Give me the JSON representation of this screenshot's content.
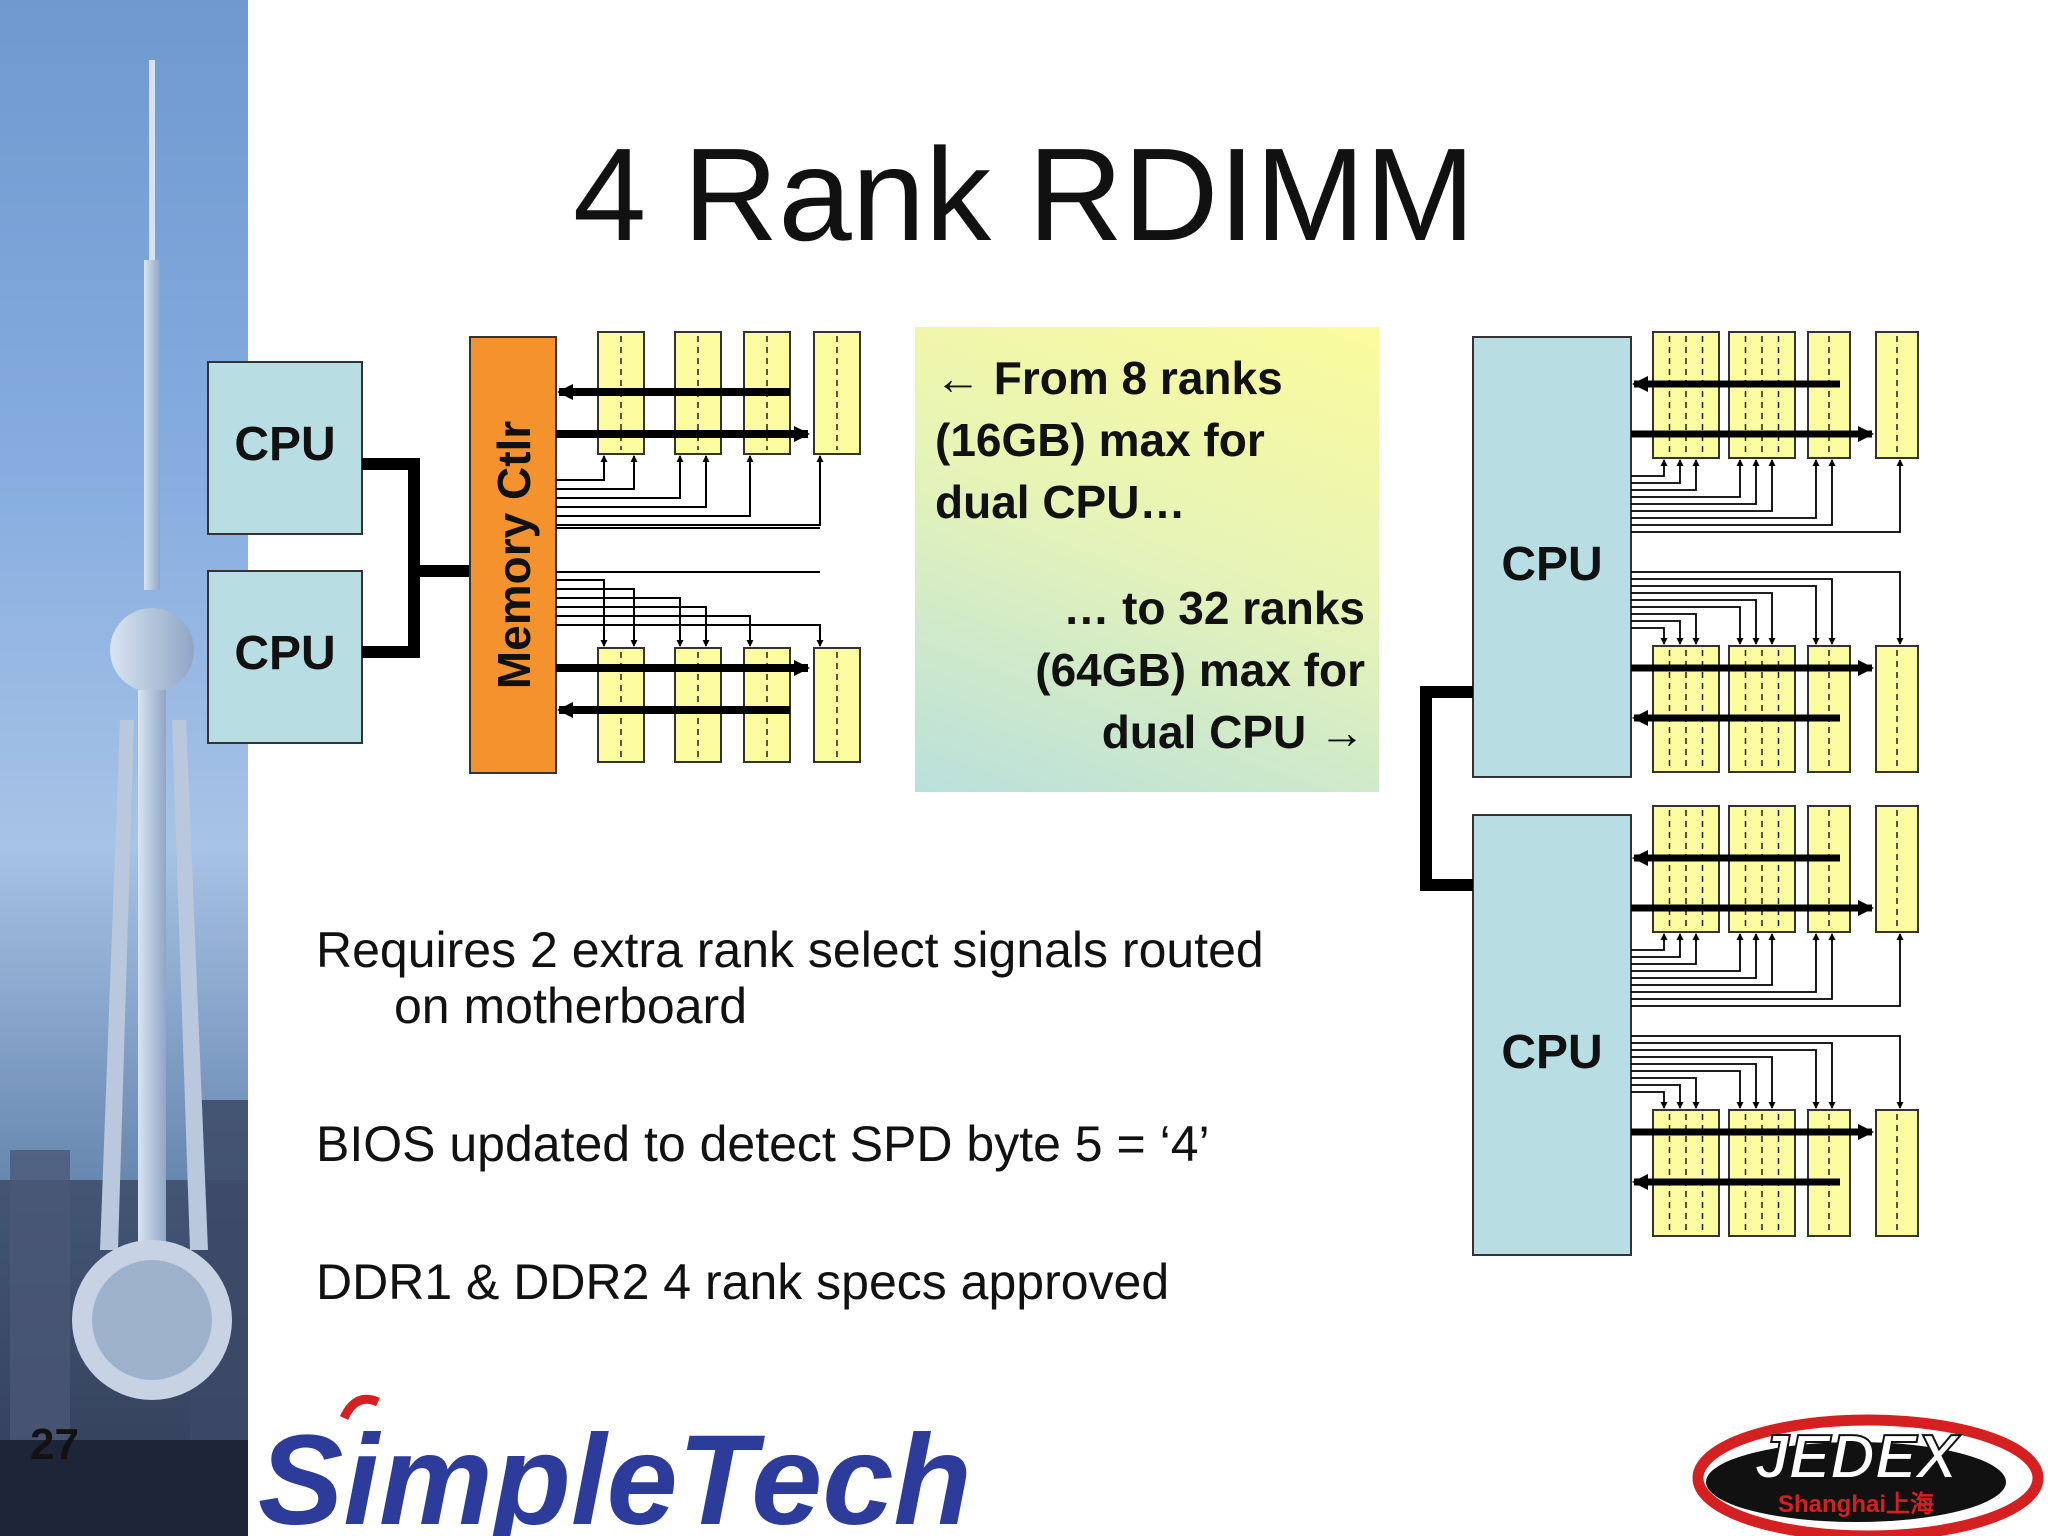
{
  "slide": {
    "title": "4 Rank RDIMM",
    "page_number": "27"
  },
  "diagram": {
    "left": {
      "cpu_top": "CPU",
      "cpu_bottom": "CPU",
      "memory_controller": "Memory Ctlr"
    },
    "right": {
      "cpu_top": "CPU",
      "cpu_bottom": "CPU"
    }
  },
  "callout": {
    "top_lines": [
      "← From 8 ranks",
      "(16GB) max for",
      "dual CPU…"
    ],
    "bottom_lines": [
      "… to 32 ranks",
      "(64GB) max for",
      "dual CPU →"
    ]
  },
  "bullets": {
    "b1_line1": "Requires 2 extra rank select signals routed",
    "b1_line2": "on motherboard",
    "b2": "BIOS updated to detect SPD byte 5 = ‘4’",
    "b3": "DDR1 & DDR2 4 rank specs approved"
  },
  "logos": {
    "simpletech": "SimpleTech",
    "jedex": "JEDEX",
    "jedex_sub": "Shanghai上海"
  },
  "colors": {
    "cpu_fill": "#b8dee4",
    "dimm_fill": "#fcfca0",
    "controller_fill": "#f4922e",
    "side_strip": "#7fa6da",
    "simpletech_blue": "#2d3b9b",
    "jedex_red": "#d42020"
  }
}
